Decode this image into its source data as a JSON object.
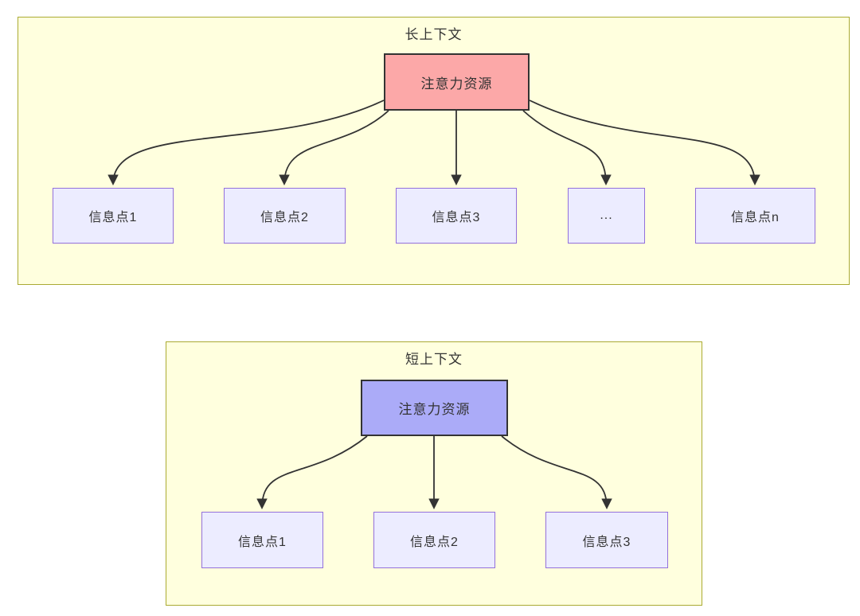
{
  "diagram": {
    "colors": {
      "container_fill": "#ffffde",
      "container_border": "#aaaa33",
      "info_node_fill": "#ececff",
      "info_node_border": "#9370db",
      "attention_long_fill": "#fca8a8",
      "attention_short_fill": "#ababf8",
      "attention_node_border": "#333333",
      "edge_color": "#333333",
      "text_color": "#333333"
    },
    "long_context": {
      "title": "长上下文",
      "attention_label": "注意力资源",
      "items": [
        "信息点1",
        "信息点2",
        "信息点3",
        "...",
        "信息点n"
      ]
    },
    "short_context": {
      "title": "短上下文",
      "attention_label": "注意力资源",
      "items": [
        "信息点1",
        "信息点2",
        "信息点3"
      ]
    }
  }
}
